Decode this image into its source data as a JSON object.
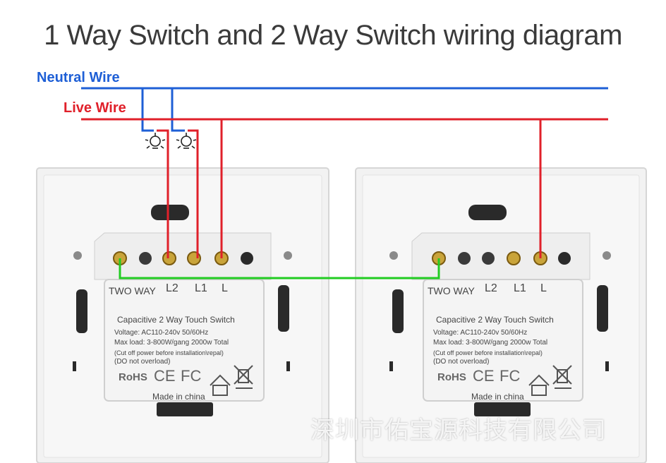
{
  "title": "1 Way Switch and 2 Way Switch wiring diagram",
  "wires": {
    "neutral_label": "Neutral Wire",
    "live_label": "Live Wire",
    "neutral_color": "#1e5fd6",
    "live_color": "#e0202a",
    "traveler_color": "#22cc22"
  },
  "switches": [
    {
      "type_label": "TWO WAY",
      "terminals": [
        "L2",
        "L1",
        "L"
      ],
      "product_name": "Capacitive 2 Way Touch Switch",
      "voltage": "Voltage: AC110-240v 50/60Hz",
      "max_load": "Max load: 3-800W/gang  2000w Total",
      "warning1": "(Cut off power before installation\\repal)",
      "warning2": "(DO not overload)",
      "marks": [
        "RoHS",
        "CE",
        "FC"
      ],
      "made_in": "Made in china"
    },
    {
      "type_label": "TWO WAY",
      "terminals": [
        "L2",
        "L1",
        "L"
      ],
      "product_name": "Capacitive 2 Way Touch Switch",
      "voltage": "Voltage: AC110-240v 50/60Hz",
      "max_load": "Max load: 3-800W/gang  2000w Total",
      "warning1": "(Cut off power before installation\\repal)",
      "warning2": "(DO not overload)",
      "marks": [
        "RoHS",
        "CE",
        "FC"
      ],
      "made_in": "Made in china"
    }
  ],
  "watermark": "深圳市佑宝源科技有限公司",
  "icons": [
    "light-bulb-icon",
    "light-bulb-icon",
    "house-icon",
    "weee-bin-icon"
  ]
}
